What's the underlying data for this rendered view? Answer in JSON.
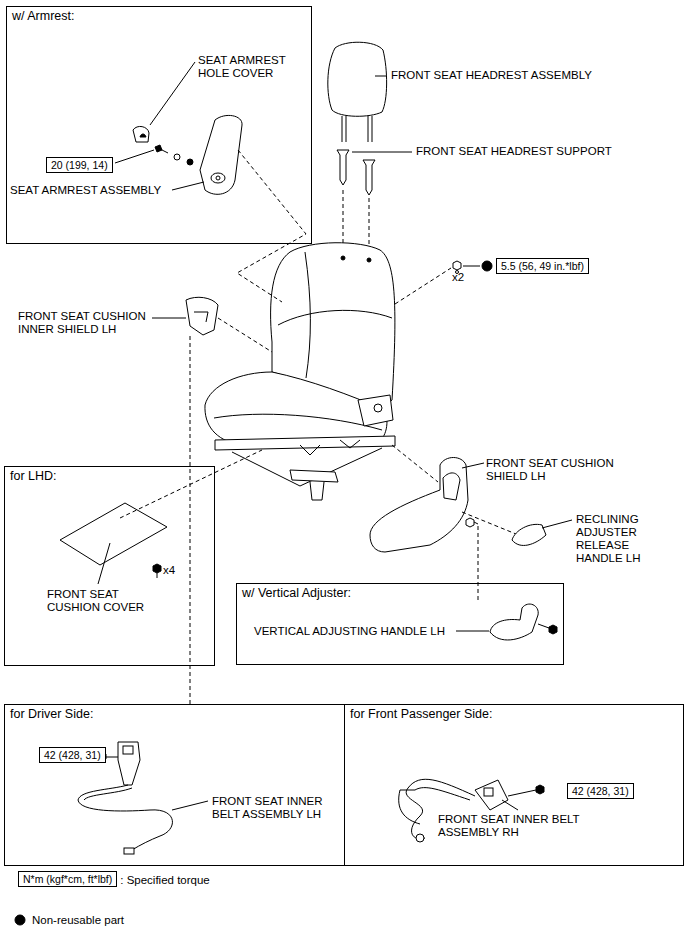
{
  "diagram": {
    "nodes": [
      {
        "text": [
          "w/ Armrest:"
        ]
      },
      {
        "text": [
          "20 (199, 14)"
        ],
        "in": 0
      },
      {
        "text": [
          "5.5 (56, 49 in.*lbf)"
        ]
      },
      {
        "text": [
          "for LHD:"
        ]
      },
      {
        "text": [
          "w/ Vertical Adjuster:"
        ]
      },
      {
        "text": [
          "for Driver Side:"
        ]
      },
      {
        "text": [
          "42 (428, 31)"
        ],
        "in": 5
      },
      {
        "text": [
          "for Front Passenger Side:"
        ]
      },
      {
        "text": [
          "42 (428, 31)"
        ],
        "in": 7
      },
      {
        "text": [
          "N*m (kgf*cm, ft*lbf)"
        ]
      }
    ],
    "labels": [
      "SEAT ARMREST HOLE COVER",
      "SEAT ARMREST ASSEMBLY",
      "FRONT SEAT HEADREST ASSEMBLY",
      "FRONT SEAT HEADREST SUPPORT",
      "x2",
      "FRONT SEAT CUSHION INNER SHIELD LH",
      "FRONT SEAT CUSHION SHIELD LH",
      "RECLINING ADJUSTER RELEASE HANDLE LH",
      "FRONT SEAT CUSHION COVER",
      "x4",
      "VERTICAL ADJUSTING HANDLE LH",
      "FRONT SEAT INNER BELT ASSEMBLY LH",
      "FRONT SEAT INNER BELT ASSEMBLY RH"
    ],
    "legend": [
      {
        "text": ": Specified torque"
      },
      {
        "text": "Non-reusable part"
      }
    ]
  }
}
